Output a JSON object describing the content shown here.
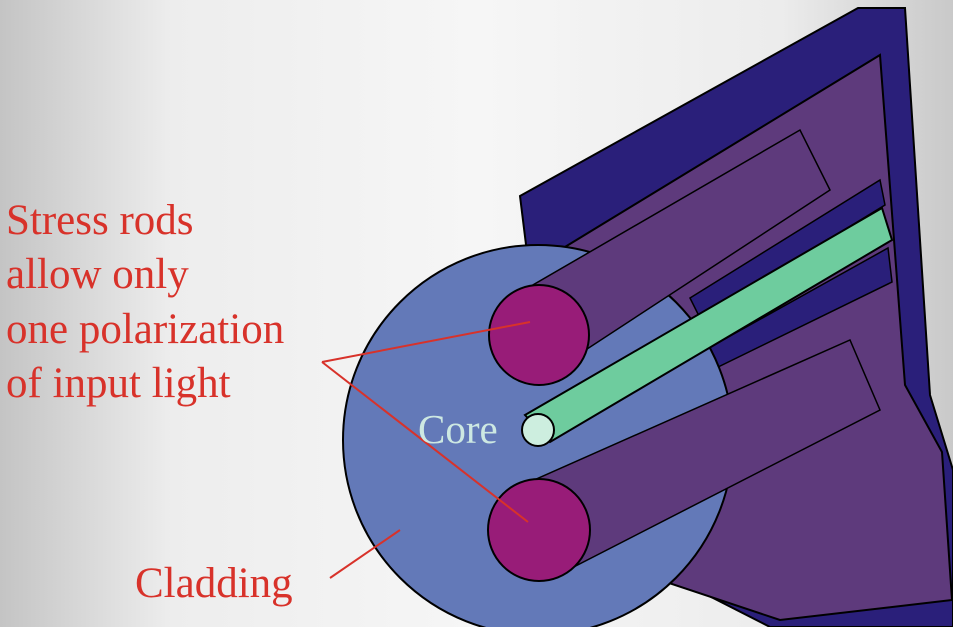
{
  "labels": {
    "stress_line1": "Stress rods",
    "stress_line2": "allow only",
    "stress_line3": "one polarization",
    "stress_line4": "of input light",
    "core": "Core",
    "cladding": "Cladding"
  },
  "colors": {
    "outer_jacket": "#2a1f7a",
    "cladding_face": "#6379b8",
    "cladding_body": "#5e3a7c",
    "stress_rod": "#981c78",
    "core": "#6ecc9e",
    "core_face": "#cdeedf",
    "label_text": "#d8322a",
    "core_label_text": "#cde8e2"
  }
}
